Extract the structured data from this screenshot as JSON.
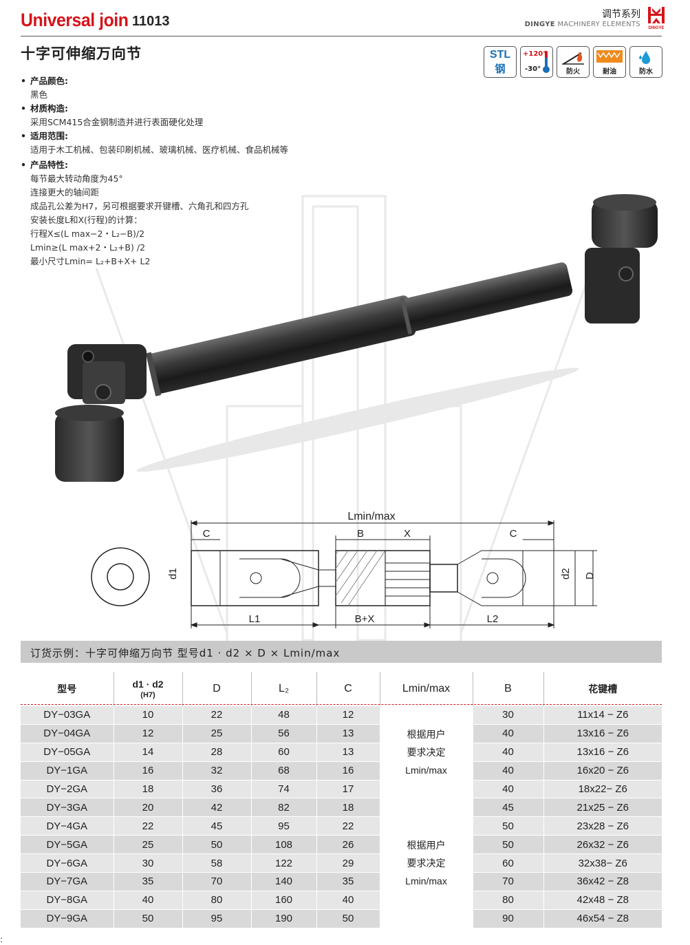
{
  "header": {
    "title": "Universal join",
    "code": "11013",
    "series": "调节系列",
    "company_bold": "DINGYE",
    "company_rest": "MACHINERY ELEMENTS",
    "logo_text": "DINGYE"
  },
  "product_title": "十字可伸缩万向节",
  "features": [
    {
      "icon": "stl-steel-icon",
      "line1": "STL",
      "line2": "钢"
    },
    {
      "icon": "temperature-icon",
      "top": "+120°",
      "bottom": "-30°"
    },
    {
      "icon": "fireproof-icon",
      "label": "防火"
    },
    {
      "icon": "oil-resistant-icon",
      "label": "耐油"
    },
    {
      "icon": "waterproof-icon",
      "label": "防水"
    }
  ],
  "specs": [
    {
      "head": "产品颜色:",
      "lines": [
        "黑色"
      ]
    },
    {
      "head": "材质构造:",
      "lines": [
        "采用SCM415合金钢制造并进行表面硬化处理"
      ]
    },
    {
      "head": "适用范围:",
      "lines": [
        "适用于木工机械、包装印刷机械、玻璃机械、医疗机械、食品机械等"
      ]
    },
    {
      "head": "产品特性:",
      "lines": [
        "每节最大转动角度为45°",
        "连接更大的轴间距",
        "成品孔公差为H7，另可根据要求开键槽、六角孔和四方孔",
        "安装长度L和X(行程)的计算：",
        "行程X≤(L max−2・L₂−B)/2",
        "Lmin≥(L max+2・L₂+B) /2",
        "最小尺寸Lmin= L₂+B+X+ L2"
      ]
    }
  ],
  "drawing": {
    "lminmax": "Lmin/max",
    "c_left": "C",
    "b": "B",
    "x": "X",
    "c_right": "C",
    "d1": "d1",
    "d2": "d2",
    "D": "D",
    "l1": "L1",
    "bx": "B+X",
    "l2": "L2"
  },
  "order_example": "订货示例：十字可伸缩万向节  型号d1 · d2 × D × Lmin/max",
  "table": {
    "headers": {
      "model": "型号",
      "d1d2": "d1 · d2",
      "d1d2_sub": "(H7)",
      "D": "D",
      "L2": "L₂",
      "C": "C",
      "lminmax": "Lmin/max",
      "B": "B",
      "spline": "花键槽"
    },
    "merged_note": [
      "根据用户",
      "要求决定",
      "Lmin/max"
    ],
    "rows": [
      {
        "model": "DY−03GA",
        "d": "10",
        "D": "22",
        "L2": "48",
        "C": "12",
        "B": "30",
        "spline": "11x14 − Z6"
      },
      {
        "model": "DY−04GA",
        "d": "12",
        "D": "25",
        "L2": "56",
        "C": "13",
        "B": "40",
        "spline": "13x16 − Z6"
      },
      {
        "model": "DY−05GA",
        "d": "14",
        "D": "28",
        "L2": "60",
        "C": "13",
        "B": "40",
        "spline": "13x16 − Z6"
      },
      {
        "model": "DY−1GA",
        "d": "16",
        "D": "32",
        "L2": "68",
        "C": "16",
        "B": "40",
        "spline": "16x20 − Z6"
      },
      {
        "model": "DY−2GA",
        "d": "18",
        "D": "36",
        "L2": "74",
        "C": "17",
        "B": "40",
        "spline": "18x22− Z6"
      },
      {
        "model": "DY−3GA",
        "d": "20",
        "D": "42",
        "L2": "82",
        "C": "18",
        "B": "45",
        "spline": "21x25 − Z6"
      },
      {
        "model": "DY−4GA",
        "d": "22",
        "D": "45",
        "L2": "95",
        "C": "22",
        "B": "50",
        "spline": "23x28 − Z6"
      },
      {
        "model": "DY−5GA",
        "d": "25",
        "D": "50",
        "L2": "108",
        "C": "26",
        "B": "50",
        "spline": "26x32 − Z6"
      },
      {
        "model": "DY−6GA",
        "d": "30",
        "D": "58",
        "L2": "122",
        "C": "29",
        "B": "60",
        "spline": "32x38− Z6"
      },
      {
        "model": "DY−7GA",
        "d": "35",
        "D": "70",
        "L2": "140",
        "C": "35",
        "B": "70",
        "spline": "36x42 − Z8"
      },
      {
        "model": "DY−8GA",
        "d": "40",
        "D": "80",
        "L2": "160",
        "C": "40",
        "B": "80",
        "spline": "42x48 − Z8"
      },
      {
        "model": "DY−9GA",
        "d": "50",
        "D": "95",
        "L2": "190",
        "C": "50",
        "B": "90",
        "spline": "46x54 − Z8"
      }
    ]
  },
  "colors": {
    "brand_red": "#d7141a",
    "steel_blue": "#1a6fb5"
  }
}
